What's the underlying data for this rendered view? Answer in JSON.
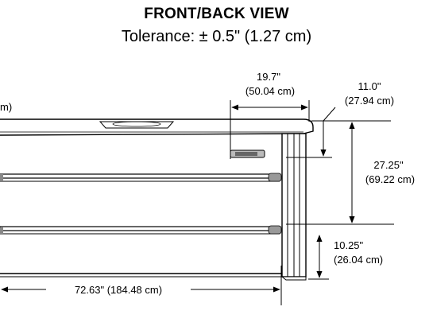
{
  "header": {
    "title": "FRONT/BACK VIEW",
    "tolerance": "Tolerance: ± 0.5\" (1.27 cm)"
  },
  "dimensions": {
    "shelf_top_width": {
      "in": "19.7\"",
      "cm": "(50.04 cm)"
    },
    "top_offset": {
      "in": "11.0\"",
      "cm": "(27.94 cm)"
    },
    "shelf_spacing": {
      "in": "27.25\"",
      "cm": "(69.22 cm)"
    },
    "bottom_clearance": {
      "in": "10.25\"",
      "cm": "(26.04 cm)"
    },
    "overall_length": {
      "label": "72.63\" (184.48 cm)"
    },
    "cut_off_left": {
      "label": "m)"
    }
  }
}
